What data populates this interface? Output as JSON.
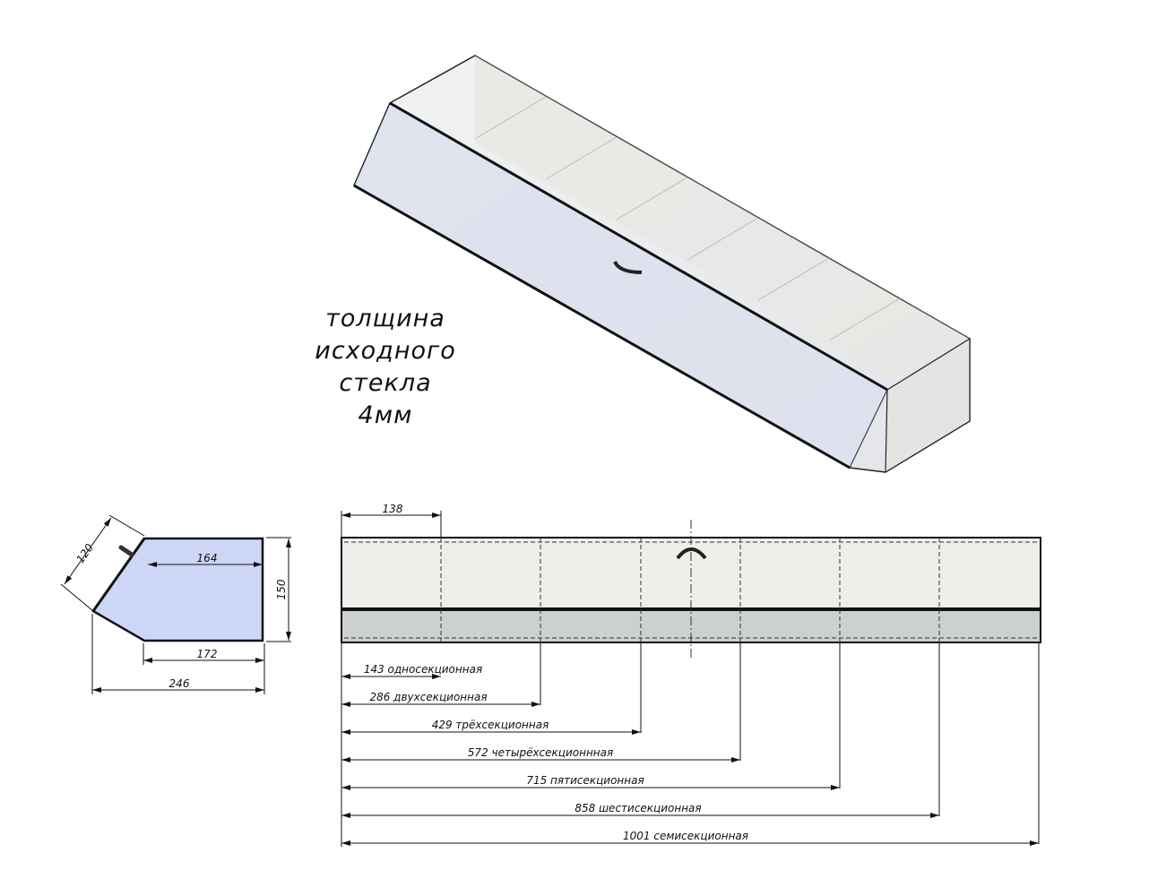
{
  "note": {
    "lines": [
      "толщина",
      "исходного",
      "стекла",
      "4мм"
    ]
  },
  "side_view": {
    "dims": {
      "slant": "120",
      "inner_top": "164",
      "bottom": "172",
      "overall_width": "246",
      "height": "150"
    },
    "fill_color": "#cdd6f7"
  },
  "front_view": {
    "section_width": "138",
    "sections": 7,
    "lengths": [
      {
        "value": "143",
        "label": "односекционная"
      },
      {
        "value": "286",
        "label": "двухсекционная"
      },
      {
        "value": "429",
        "label": "трёхсекционная"
      },
      {
        "value": "572",
        "label": "четырёхсекционнная"
      },
      {
        "value": "715",
        "label": "пятисекционная"
      },
      {
        "value": "858",
        "label": "шестисекционная"
      },
      {
        "value": "1001",
        "label": "семисекционная"
      }
    ]
  }
}
